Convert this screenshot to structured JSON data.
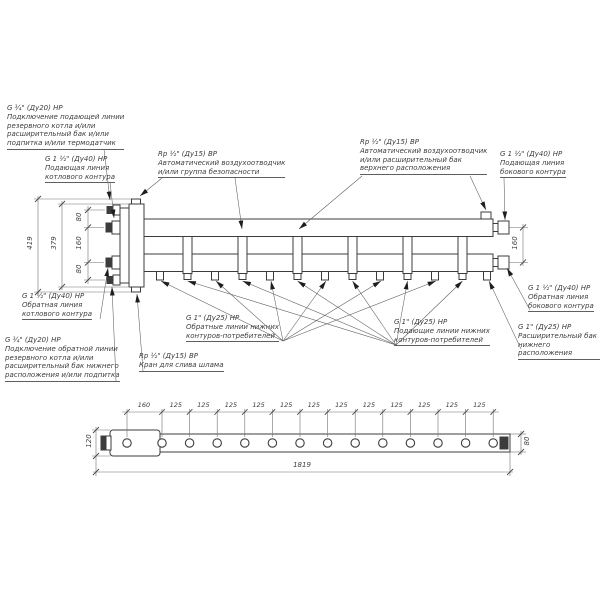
{
  "drawing": {
    "labels": {
      "supply_reserve_boiler": {
        "thread": "G ¾\" (Ду20) НР",
        "desc": "Подключение подающей линии\nрезервного котла и/или\nрасширительный бак и/или\nподпитка и/или термодатчик"
      },
      "supply_boiler_circuit": {
        "thread": "G 1 ½\" (Ду40) НР",
        "desc": "Подающая линия\nкотлового контура"
      },
      "air_vent_safety_group": {
        "thread": "Rp ½\" (Ду15) ВР",
        "desc": "Автоматический воздухоотводчик\nи/или группа безопасности"
      },
      "air_vent_top_tank": {
        "thread": "Rp ½\" (Ду15) ВР",
        "desc": "Автоматический воздухоотводчик\nи/или расширительный бак\nверхнего расположения"
      },
      "supply_side_circuit": {
        "thread": "G 1 ½\" (Ду40) НР",
        "desc": "Подающая линия\nбокового контура"
      },
      "return_boiler_circuit": {
        "thread": "G 1 ½\" (Ду40) НР",
        "desc": "Обратная линия\nкотлового контура"
      },
      "return_reserve_boiler": {
        "thread": "G ¾\" (Ду20) НР",
        "desc": "Подключение обратной линии\nрезервного котла и/или\nрасширительный бак нижнего\nрасположения и/или подпитка"
      },
      "drain_valve": {
        "thread": "Rp ½\" (Ду15) ВР",
        "desc": "Кран для слива шлама"
      },
      "return_lower_circuits": {
        "thread": "G 1\" (Ду25) НР",
        "desc": "Обратные линии нижних\nконтуров-потребителей"
      },
      "supply_lower_circuits": {
        "thread": "G 1\" (Ду25) НР",
        "desc": "Подающие линии нижних\nконтуров-потребителей"
      },
      "return_side_circuit": {
        "thread": "G 1 ½\" (Ду40) НР",
        "desc": "Обратная линия\nбокового контура"
      },
      "expansion_tank_bottom": {
        "thread": "G 1\" (Ду25) НР",
        "desc": "Расширительный бак\nнижнего расположения"
      }
    },
    "dimensions": {
      "overall_height": "419",
      "flange_height": "379",
      "port_gap_top": "80",
      "port_gap_mid": "160",
      "port_gap_bottom": "80",
      "right_port_spacing": "160",
      "length": "1819",
      "flange_width": "120",
      "body_width": "80",
      "first_pitch": "160",
      "pitches": [
        "125",
        "125",
        "125",
        "125",
        "125",
        "125",
        "125",
        "125",
        "125",
        "125",
        "125",
        "125"
      ]
    }
  }
}
